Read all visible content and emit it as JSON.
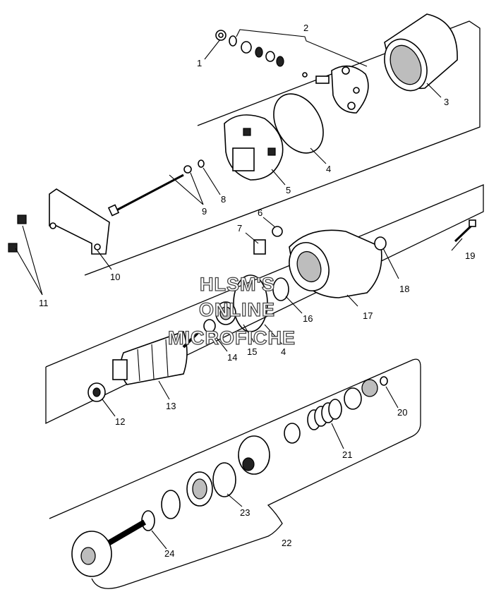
{
  "callouts": {
    "c1": "1",
    "c2": "2",
    "c3": "3",
    "c4a": "4",
    "c4b": "4",
    "c5": "5",
    "c6": "6",
    "c7": "7",
    "c8": "8",
    "c9": "9",
    "c10": "10",
    "c11": "11",
    "c12": "12",
    "c13": "13",
    "c14": "14",
    "c15": "15",
    "c16": "16",
    "c17": "17",
    "c18": "18",
    "c19": "19",
    "c20": "20",
    "c21": "21",
    "c22": "22",
    "c23": "23",
    "c24": "24"
  },
  "watermark": {
    "line1": "HLSM'S",
    "line2": "ONLINE",
    "line3": "MICROFICHE"
  }
}
